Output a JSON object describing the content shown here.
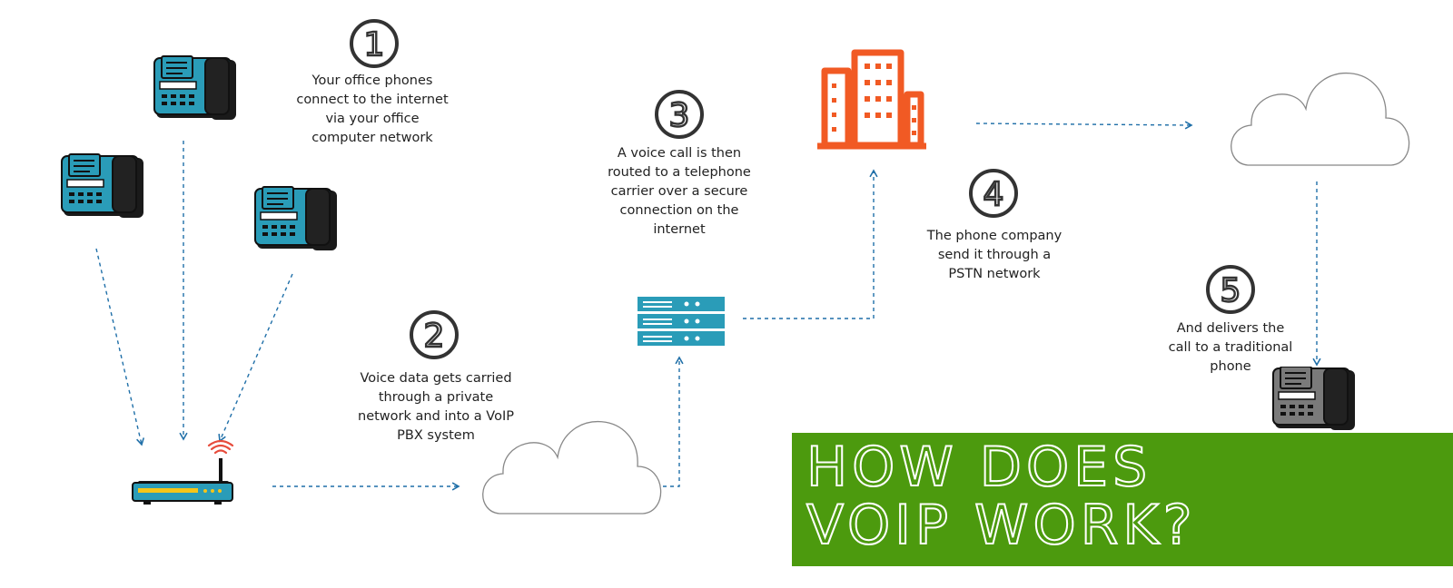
{
  "steps": [
    {
      "number": "1",
      "text": "Your office phones\nconnect to the internet\nvia your office\ncomputer network"
    },
    {
      "number": "2",
      "text": "Voice data gets carried\nthrough a private\nnetwork and into a VoIP\nPBX system"
    },
    {
      "number": "3",
      "text": "A voice call is then\nrouted to a telephone\ncarrier over a secure\nconnection on the\ninternet"
    },
    {
      "number": "4",
      "text": "The phone company\nsend it through a\nPSTN network"
    },
    {
      "number": "5",
      "text": "And delivers the\ncall to a traditional\nphone"
    }
  ],
  "banner": {
    "title": "HOW DOES\nVOIP WORK?"
  },
  "colors": {
    "phone_blue": "#2a9cb8",
    "phone_gray": "#7a7a7a",
    "building_orange": "#f15a24",
    "arrow_blue": "#1f6fa8",
    "banner_green": "#4c9a0e",
    "router_wifi": "#e74c3c"
  },
  "icons": [
    "office-phone-icon",
    "router-icon",
    "wifi-icon",
    "cloud-icon",
    "server-icon",
    "building-icon",
    "traditional-phone-icon"
  ]
}
